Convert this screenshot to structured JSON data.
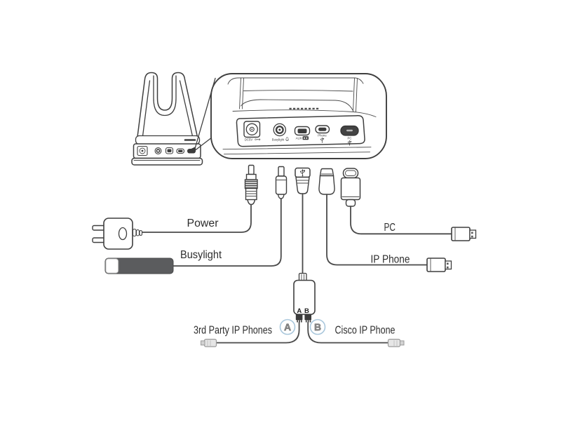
{
  "cable_labels": {
    "power": "Power",
    "busylight": "Busylight",
    "pc": "PC",
    "ip_phone": "IP Phone",
    "third_party_ip_phones": "3rd Party IP Phones",
    "cisco_ip_phone": "Cisco IP Phone"
  },
  "port_labels": {
    "dc": "DC5V",
    "busylight": "Busylight",
    "aux": "AUX",
    "phone": "Phone",
    "pc": "PC"
  },
  "splitter": {
    "port_a": "A",
    "port_b": "B",
    "callout_a": "A",
    "callout_b": "B"
  },
  "colors": {
    "line": "#3f3f3f",
    "text": "#2d2d2d",
    "busylight_body": "#5b5c5e",
    "dark_port": "#3c3c3c",
    "callout_circle": "#a9c7dc",
    "callout_letter": "#8f8f8f",
    "connector_light_fill": "#e6e6e6",
    "connector_light_stroke": "#9b9b9b"
  }
}
